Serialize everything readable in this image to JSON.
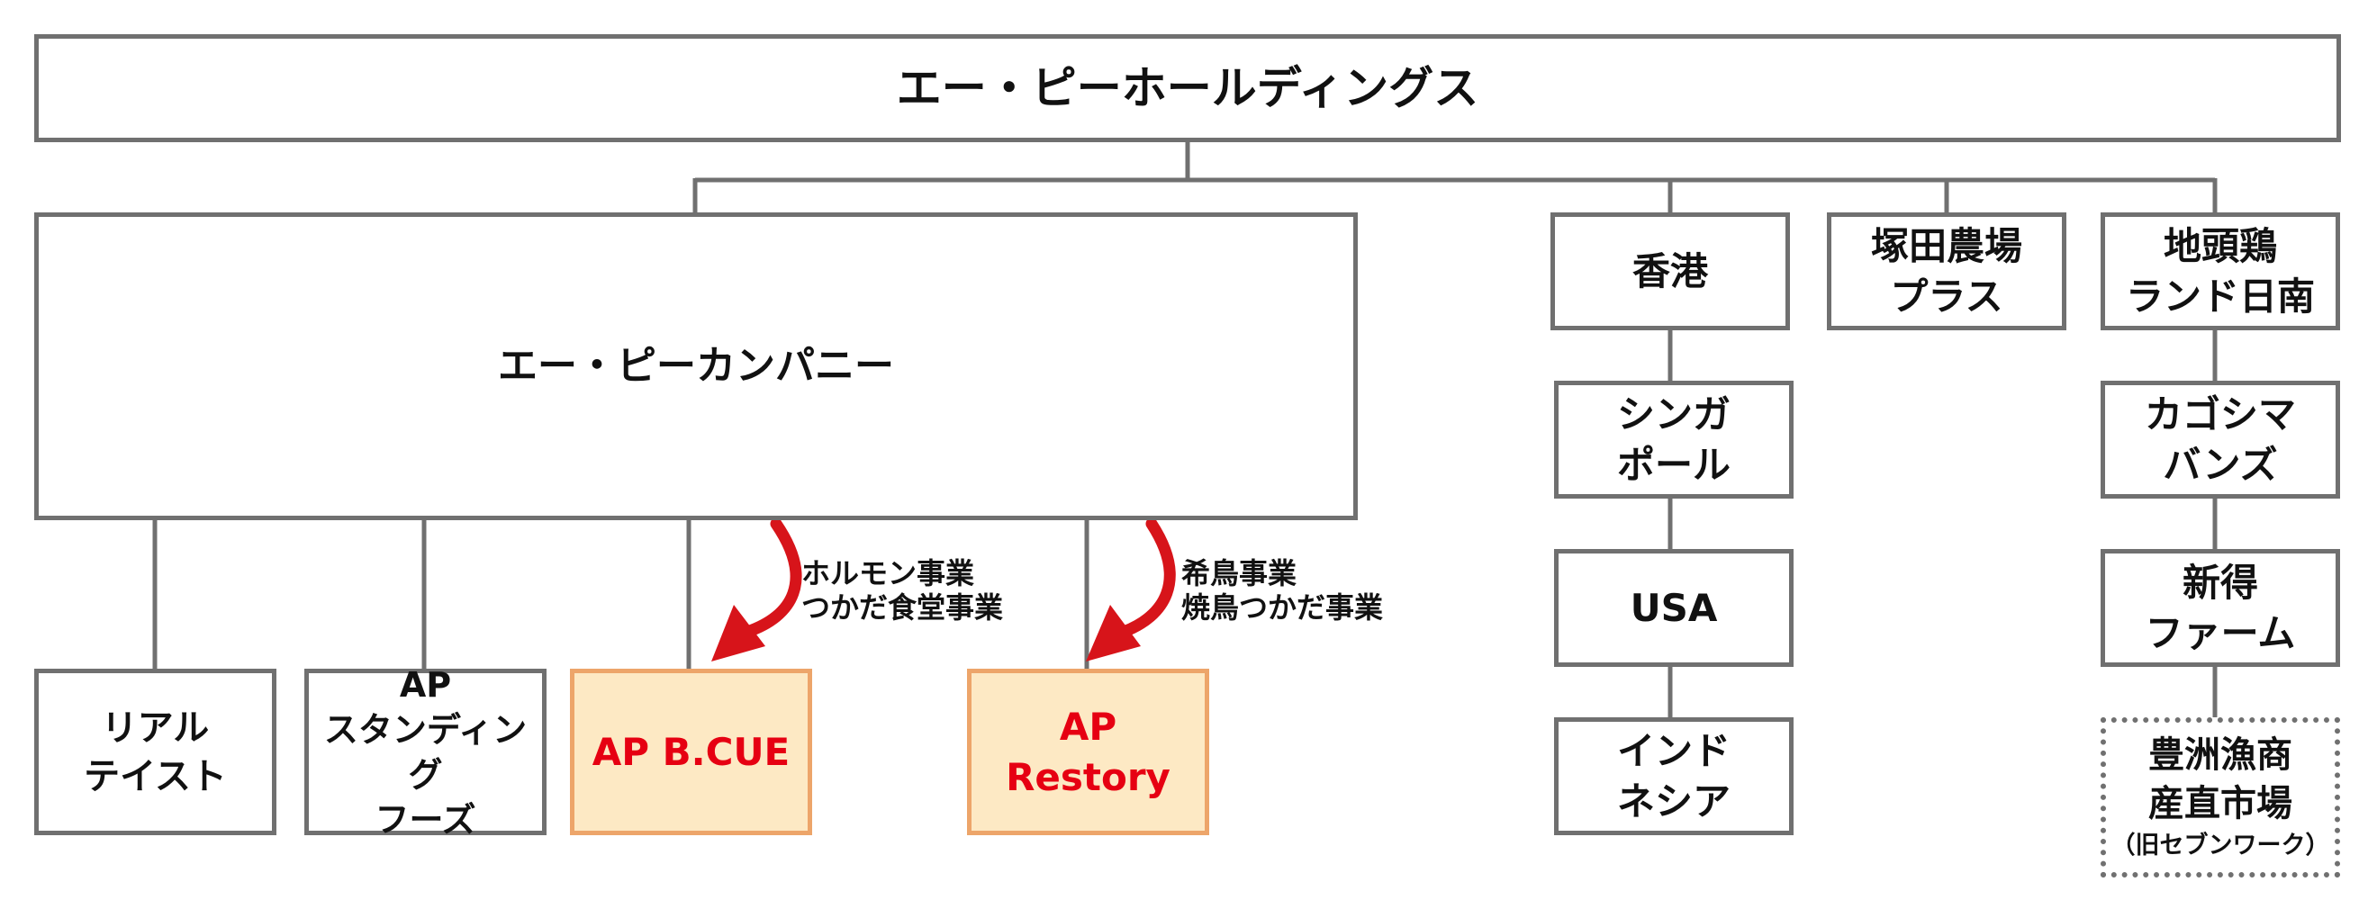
{
  "root": {
    "label": "エー・ピーホールディングス"
  },
  "ap_company": {
    "label": "エー・ピーカンパニー"
  },
  "subsidiaries": [
    {
      "lines": [
        "リアル",
        "テイスト"
      ]
    },
    {
      "lines": [
        "AP",
        "スタンディング",
        "フーズ"
      ]
    },
    {
      "lines": [
        "AP B.CUE"
      ]
    },
    {
      "lines": [
        "AP Restory"
      ]
    }
  ],
  "transfer_notes": [
    {
      "lines": [
        "ホルモン事業",
        "つかだ食堂事業"
      ],
      "target": "AP B.CUE"
    },
    {
      "lines": [
        "希鳥事業",
        "焼鳥つかだ事業"
      ],
      "target": "AP Restory"
    }
  ],
  "hongkong_chain": [
    {
      "lines": [
        "香港"
      ]
    },
    {
      "lines": [
        "シンガ",
        "ポール"
      ]
    },
    {
      "lines": [
        "USA"
      ]
    },
    {
      "lines": [
        "インド",
        "ネシア"
      ]
    }
  ],
  "tsukada_farm": {
    "lines": [
      "塚田農場",
      "プラス"
    ]
  },
  "jitokko_chain": [
    {
      "lines": [
        "地頭鶏",
        "ランド日南"
      ]
    },
    {
      "lines": [
        "カゴシマ",
        "バンズ"
      ]
    },
    {
      "lines": [
        "新得",
        "ファーム"
      ]
    },
    {
      "lines": [
        "豊洲漁商",
        "産直市場"
      ],
      "note": "（旧セブンワーク）"
    }
  ],
  "colors": {
    "line": "#707070",
    "highlight_fill": "#fde9c4",
    "highlight_border": "#eda56a",
    "highlight_text": "#e60012",
    "arrow": "#d7141a"
  }
}
